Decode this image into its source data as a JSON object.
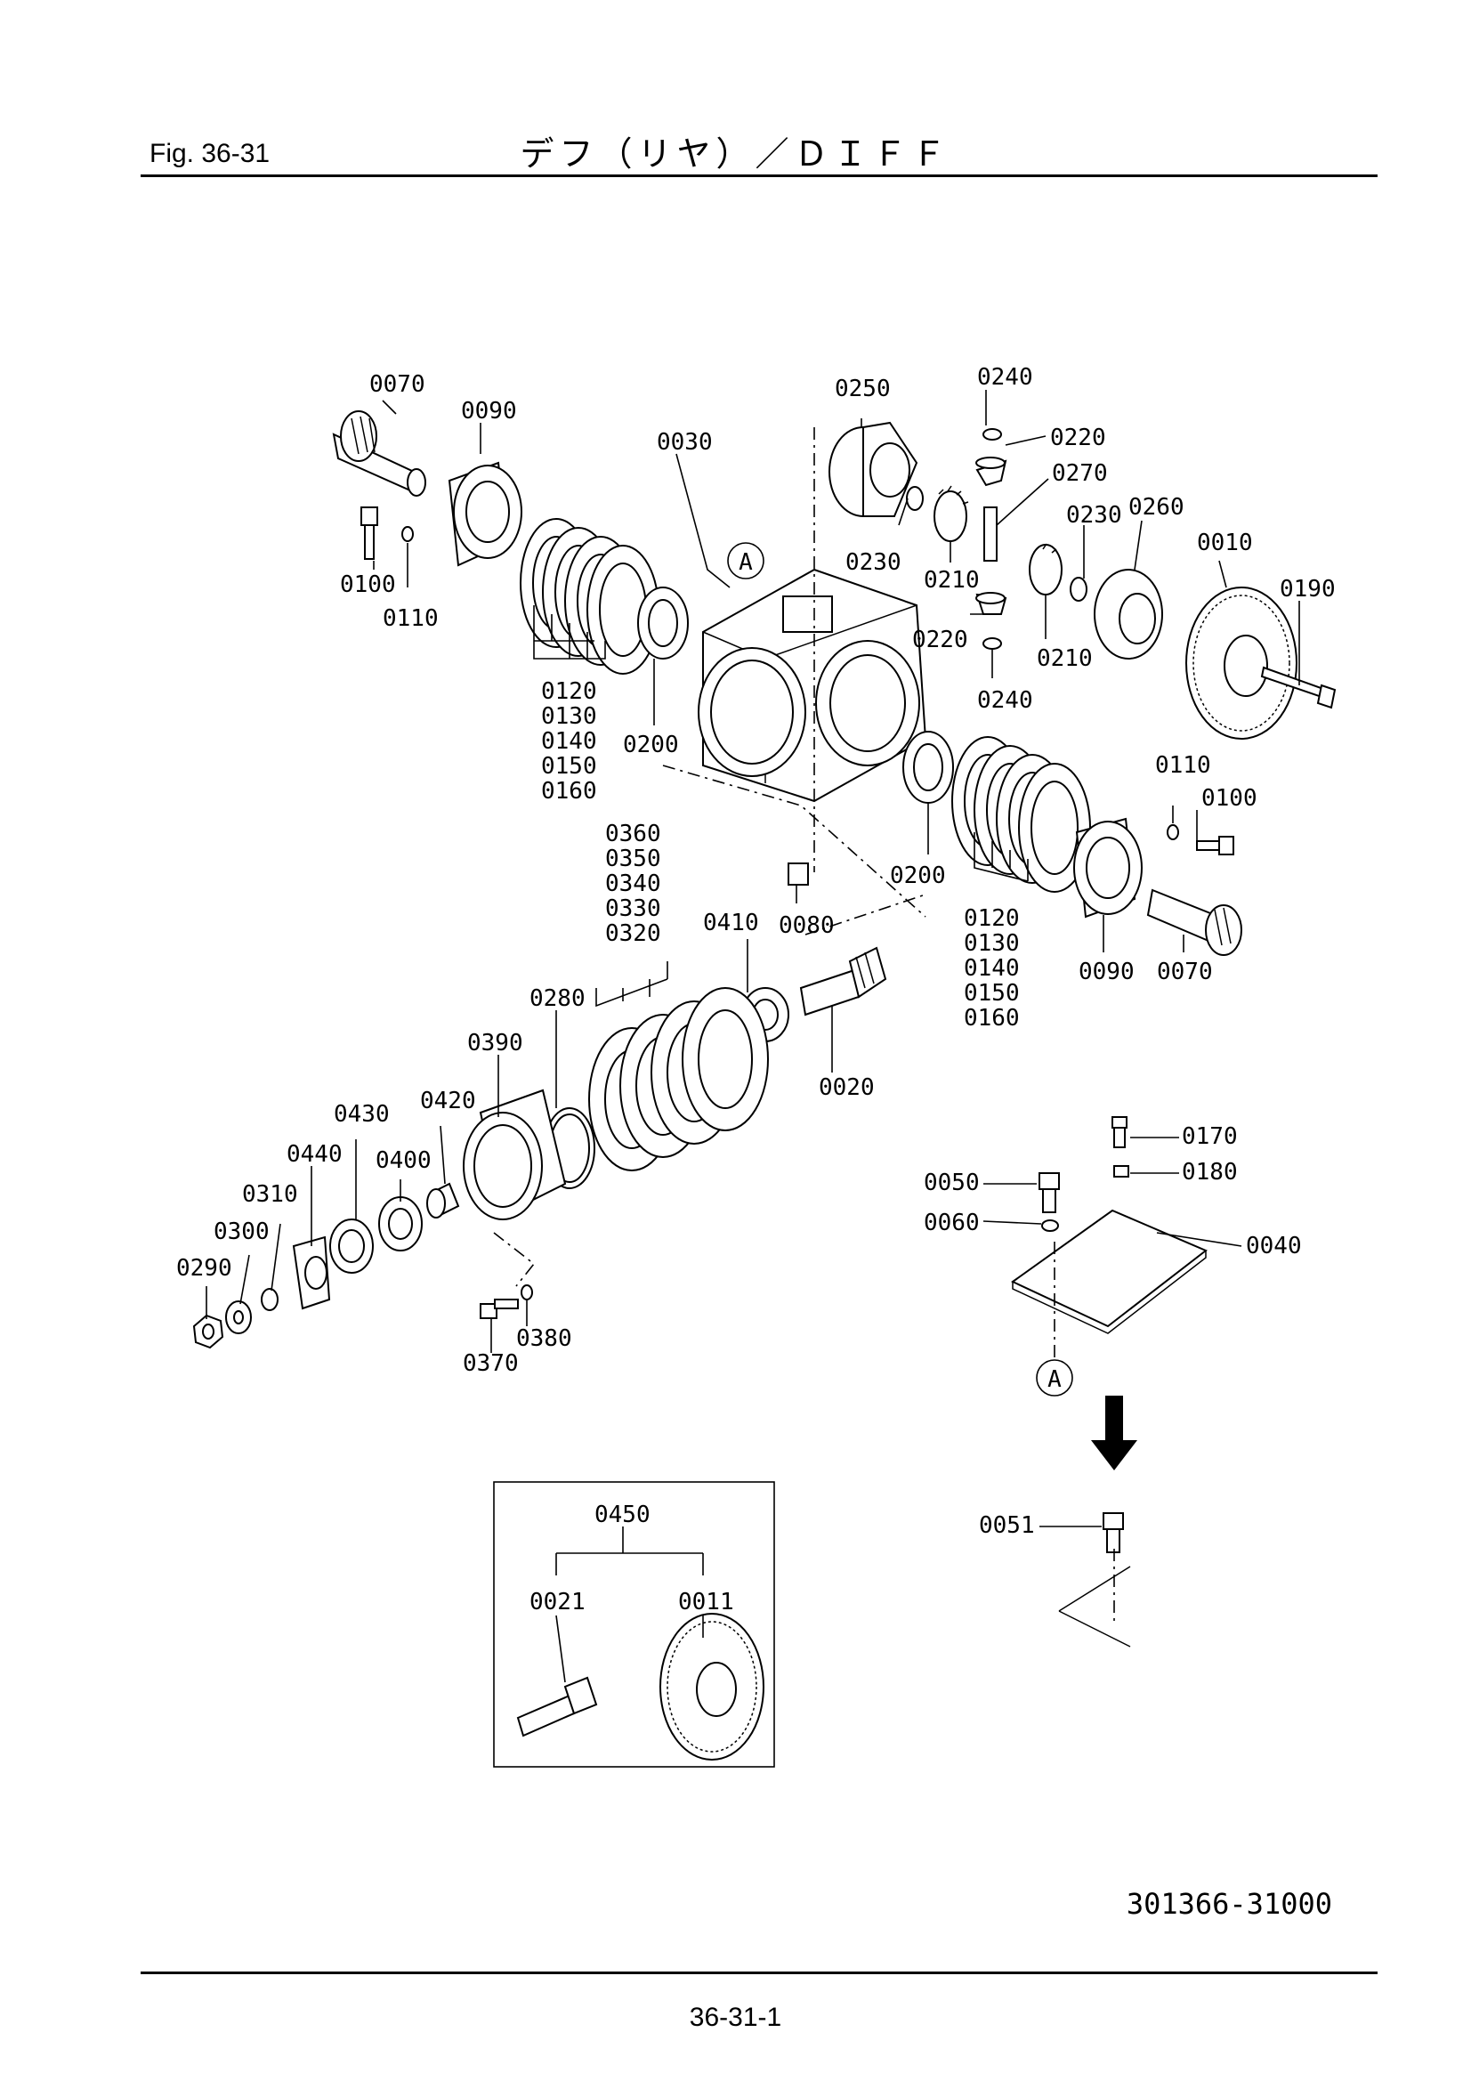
{
  "header": {
    "fig": "Fig.  36-31",
    "title": "デフ（リヤ）／ＤＩＦＦ"
  },
  "labels": {
    "p0070a": "0070",
    "p0090a": "0090",
    "p0030": "0030",
    "p0250": "0250",
    "p0240a": "0240",
    "p0220a": "0220",
    "p0270": "0270",
    "p0230a": "0230",
    "p0260": "0260",
    "p0010": "0010",
    "p0190": "0190",
    "p0100a": "0100",
    "p0110a": "0110",
    "p0230b": "0230",
    "p0210a": "0210",
    "p0210b": "0210",
    "p0220b": "0220",
    "p0240b": "0240",
    "p0200a": "0200",
    "stack1": [
      "0120",
      "0130",
      "0140",
      "0150",
      "0160"
    ],
    "p0110b": "0110",
    "p0100b": "0100",
    "stack2": [
      "0360",
      "0350",
      "0340",
      "0330",
      "0320"
    ],
    "p0410": "0410",
    "p0080": "0080",
    "p0200b": "0200",
    "stack3": [
      "0120",
      "0130",
      "0140",
      "0150",
      "0160"
    ],
    "p0090b": "0090",
    "p0070b": "0070",
    "p0280": "0280",
    "p0390": "0390",
    "p0020": "0020",
    "p0430": "0430",
    "p0420": "0420",
    "p0440": "0440",
    "p0400": "0400",
    "p0310": "0310",
    "p0300": "0300",
    "p0290": "0290",
    "p0370": "0370",
    "p0380": "0380",
    "p0170": "0170",
    "p0050": "0050",
    "p0180": "0180",
    "p0060": "0060",
    "p0040": "0040",
    "p0051": "0051",
    "p0450": "0450",
    "p0021": "0021",
    "p0011": "0011",
    "refA1": "A",
    "refA2": "A"
  },
  "footer": {
    "code": "301366-31000",
    "page": "36-31-1"
  }
}
